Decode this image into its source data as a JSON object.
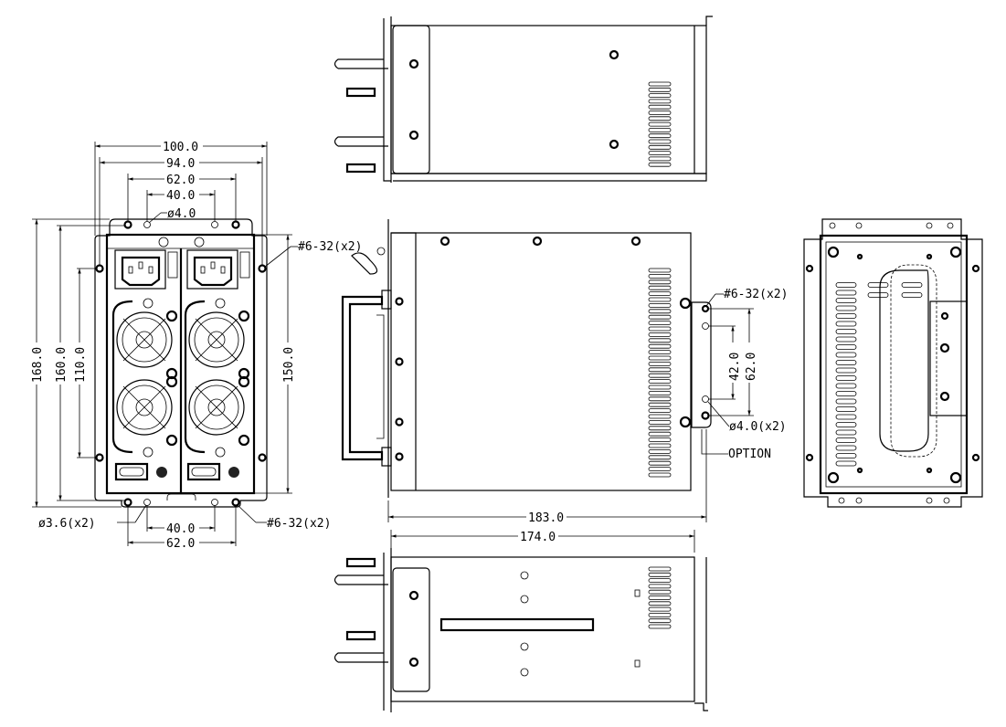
{
  "front_view": {
    "dim_overall_width": "100.0",
    "dim_hole_width": "94.0",
    "dim_top_62": "62.0",
    "dim_top_40": "40.0",
    "hole_diameter_top": "ø4.0",
    "dim_overall_height": "168.0",
    "dim_160": "160.0",
    "dim_110": "110.0",
    "dim_150": "150.0",
    "thread_side": "#6-32(x2)",
    "hole_diameter_bottom": "ø3.6(x2)",
    "thread_bottom": "#6-32(x2)",
    "dim_bottom_40": "40.0",
    "dim_bottom_62": "62.0"
  },
  "side_view": {
    "thread_bracket": "#6-32(x2)",
    "dim_42": "42.0",
    "dim_62": "62.0",
    "hole_bracket": "ø4.0(x2)",
    "option_label": "OPTION",
    "dim_length": "183.0"
  },
  "bottom_view": {
    "dim_length": "174.0"
  }
}
